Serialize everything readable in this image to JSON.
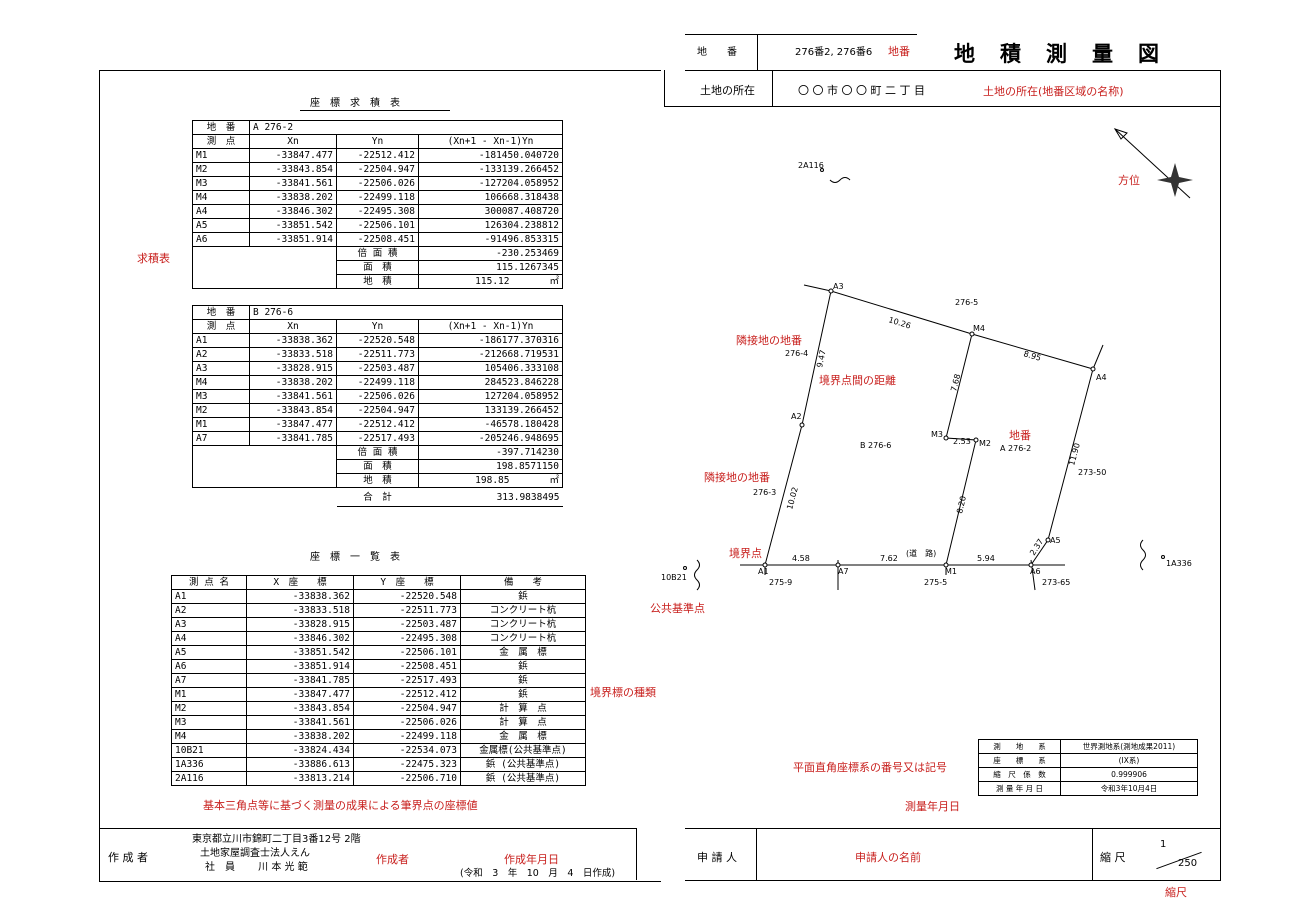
{
  "header": {
    "chiban_label": "地　　番",
    "chiban_value": "276番2, 276番6",
    "chiban_note": "地番",
    "title": "地　積　測　量　図",
    "location_label": "土地の所在",
    "location_value": "〇 〇 市 〇 〇 町 二 丁 目",
    "location_note": "土地の所在(地番区域の名称)"
  },
  "calc_title": "座　標　求　積　表",
  "table_a": {
    "lot_label": "地　番",
    "lot_value": "A 276-2",
    "headers": [
      "測　点",
      "Xn",
      "Yn",
      "(Xn+1 - Xn-1)Yn"
    ],
    "rows": [
      [
        "M1",
        "-33847.477",
        "-22512.412",
        "-181450.040720"
      ],
      [
        "M2",
        "-33843.854",
        "-22504.947",
        "-133139.266452"
      ],
      [
        "M3",
        "-33841.561",
        "-22506.026",
        "-127204.058952"
      ],
      [
        "M4",
        "-33838.202",
        "-22499.118",
        "106668.318438"
      ],
      [
        "A4",
        "-33846.302",
        "-22495.308",
        "300087.408720"
      ],
      [
        "A5",
        "-33851.542",
        "-22506.101",
        "126304.238812"
      ],
      [
        "A6",
        "-33851.914",
        "-22508.451",
        "-91496.853315"
      ]
    ],
    "double_area_label": "倍 面 積",
    "double_area": "-230.253469",
    "area_label": "面　積",
    "area": "115.1267345",
    "land_area_label": "地　積",
    "land_area": "115.12",
    "unit": "㎡"
  },
  "table_b": {
    "lot_label": "地　番",
    "lot_value": "B 276-6",
    "headers": [
      "測　点",
      "Xn",
      "Yn",
      "(Xn+1 - Xn-1)Yn"
    ],
    "rows": [
      [
        "A1",
        "-33838.362",
        "-22520.548",
        "-186177.370316"
      ],
      [
        "A2",
        "-33833.518",
        "-22511.773",
        "-212668.719531"
      ],
      [
        "A3",
        "-33828.915",
        "-22503.487",
        "105406.333108"
      ],
      [
        "M4",
        "-33838.202",
        "-22499.118",
        "284523.846228"
      ],
      [
        "M3",
        "-33841.561",
        "-22506.026",
        "127204.058952"
      ],
      [
        "M2",
        "-33843.854",
        "-22504.947",
        "133139.266452"
      ],
      [
        "M1",
        "-33847.477",
        "-22512.412",
        "-46578.180428"
      ],
      [
        "A7",
        "-33841.785",
        "-22517.493",
        "-205246.948695"
      ]
    ],
    "double_area_label": "倍 面 積",
    "double_area": "-397.714230",
    "area_label": "面　積",
    "area": "198.8571150",
    "land_area_label": "地　積",
    "land_area": "198.85",
    "unit": "㎡",
    "total_label": "合　計",
    "total": "313.9838495"
  },
  "list_title": "座　標　一　覧　表",
  "coord_list": {
    "headers": [
      "測 点 名",
      "X　座　　標",
      "Y　座　　標",
      "備　　考"
    ],
    "rows": [
      [
        "A1",
        "-33838.362",
        "-22520.548",
        "鋲"
      ],
      [
        "A2",
        "-33833.518",
        "-22511.773",
        "コンクリート杭"
      ],
      [
        "A3",
        "-33828.915",
        "-22503.487",
        "コンクリート杭"
      ],
      [
        "A4",
        "-33846.302",
        "-22495.308",
        "コンクリート杭"
      ],
      [
        "A5",
        "-33851.542",
        "-22506.101",
        "金　属　標"
      ],
      [
        "A6",
        "-33851.914",
        "-22508.451",
        "鋲"
      ],
      [
        "A7",
        "-33841.785",
        "-22517.493",
        "鋲"
      ],
      [
        "M1",
        "-33847.477",
        "-22512.412",
        "鋲"
      ],
      [
        "M2",
        "-33843.854",
        "-22504.947",
        "計　算　点"
      ],
      [
        "M3",
        "-33841.561",
        "-22506.026",
        "計　算　点"
      ],
      [
        "M4",
        "-33838.202",
        "-22499.118",
        "金　属　標"
      ],
      [
        "10B21",
        "-33824.434",
        "-22534.073",
        "金属標(公共基準点)"
      ],
      [
        "1A336",
        "-33886.613",
        "-22475.323",
        "鋲 (公共基準点)"
      ],
      [
        "2A116",
        "-33813.214",
        "-22506.710",
        "鋲 (公共基準点)"
      ]
    ]
  },
  "notes": {
    "calc_table": "求積表",
    "marker_types": "境界標の種類",
    "basis": "基本三角点等に基づく測量の成果による筆界点の座標値",
    "adjacent_1": "隣接地の地番",
    "adjacent_2": "隣接地の地番",
    "distance": "境界点間の距離",
    "lot_number": "地番",
    "boundary_point": "境界点",
    "public_reference": "公共基準点",
    "orientation": "方位",
    "coord_system": "平面直角座標系の番号又は記号",
    "survey_date": "測量年月日",
    "creator": "作成者",
    "creation_date": "作成年月日",
    "applicant_name": "申請人の名前",
    "scale": "縮尺"
  },
  "survey_info": {
    "rows": [
      [
        "測　　地　　系",
        "世界測地系(測地成果2011)"
      ],
      [
        "座　　標　　系",
        "(IX系)"
      ],
      [
        "縮　尺　係　数",
        "0.999906"
      ],
      [
        "測 量 年 月 日",
        "令和3年10月4日"
      ]
    ]
  },
  "footer": {
    "creator_label": "作 成 者",
    "creator_address": "東京都立川市錦町二丁目3番12号 2階",
    "creator_company": "土地家屋調査士法人えん",
    "creator_person": "社　員　　 川 本 光 範",
    "creation_date": "(令和　3　年　10　月　4　日作成)",
    "applicant_label": "申 請 人",
    "scale_label": "縮 尺",
    "scale_numerator": "1",
    "scale_denominator": "250"
  },
  "map": {
    "points": {
      "A1": "A1",
      "A2": "A2",
      "A3": "A3",
      "A4": "A4",
      "A5": "A5",
      "A6": "A6",
      "A7": "A7",
      "M1": "M1",
      "M2": "M2",
      "M3": "M3",
      "M4": "M4"
    },
    "ref_points": [
      "2A116",
      "10B21",
      "1A336"
    ],
    "lots": {
      "b": "B 276-6",
      "a": "A 276-2"
    },
    "neighbors": [
      "276-5",
      "276-4",
      "276-3",
      "275-9",
      "275-5",
      "273-50",
      "273-65"
    ],
    "road": "(道　路)",
    "distances": [
      "10.26",
      "8.95",
      "9.47",
      "7.68",
      "2.53",
      "11.90",
      "10.02",
      "8.20",
      "2.37",
      "4.58",
      "7.62",
      "5.94"
    ]
  }
}
